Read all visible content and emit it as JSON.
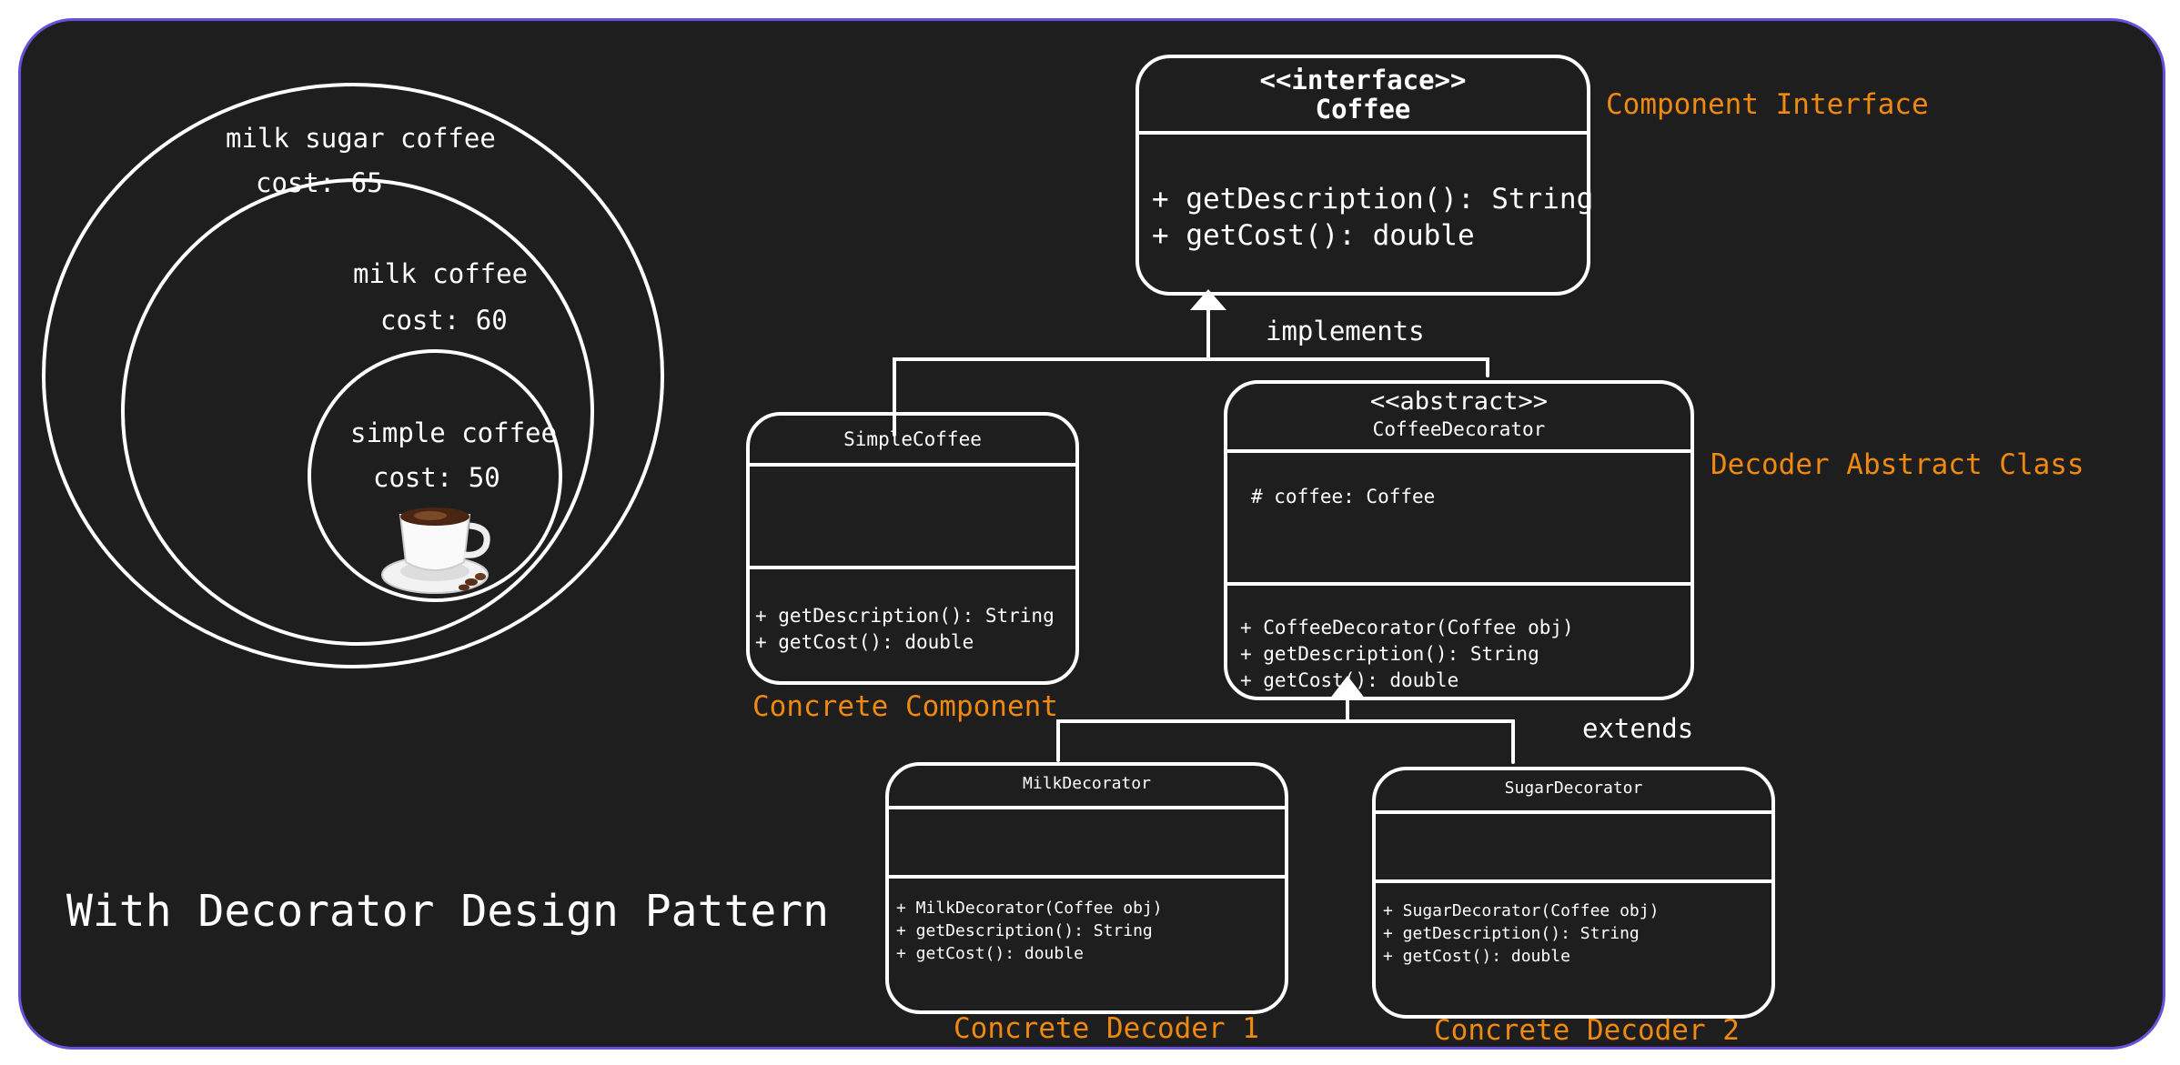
{
  "left": {
    "outer_label": "milk sugar coffee",
    "outer_cost": "cost: 65",
    "middle_label": "milk coffee",
    "middle_cost": "cost: 60",
    "inner_label": "simple coffee",
    "inner_cost": "cost: 50",
    "cup_icon": "coffee-cup-icon"
  },
  "title": "With Decorator Design Pattern",
  "interface": {
    "stereotype": "<<interface>>",
    "name": "Coffee",
    "methods": [
      "+ getDescription(): String",
      "+ getCost(): double"
    ],
    "annotation": "Component Interface"
  },
  "simple": {
    "name": "SimpleCoffee",
    "methods": [
      "+ getDescription(): String",
      "+ getCost(): double"
    ],
    "annotation": "Concrete Component"
  },
  "decorator": {
    "stereotype": "<<abstract>>",
    "name": "CoffeeDecorator",
    "field": "# coffee: Coffee",
    "methods": [
      "+ CoffeeDecorator(Coffee obj)",
      "+ getDescription(): String",
      "+ getCost(): double"
    ],
    "annotation": "Decoder Abstract Class"
  },
  "milk": {
    "name": "MilkDecorator",
    "methods": [
      "+ MilkDecorator(Coffee obj)",
      "+ getDescription(): String",
      "+ getCost(): double"
    ],
    "annotation": "Concrete Decoder 1"
  },
  "sugar": {
    "name": "SugarDecorator",
    "methods": [
      "+ SugarDecorator(Coffee obj)",
      "+ getDescription(): String",
      "+ getCost(): double"
    ],
    "annotation": "Concrete Decoder 2"
  },
  "relations": {
    "implements": "implements",
    "extends": "extends"
  },
  "colors": {
    "background": "#1e1e1e",
    "frame": "#6b4fd8",
    "annotation": "#f0890f",
    "stroke": "#ffffff"
  }
}
